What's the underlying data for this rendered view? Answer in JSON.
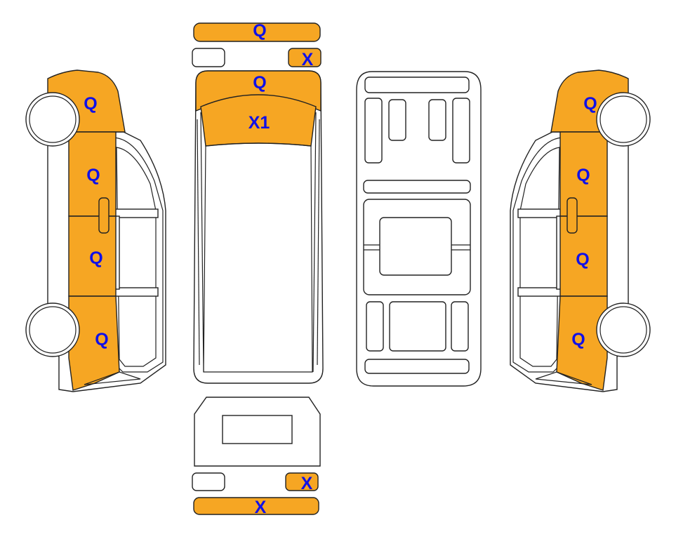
{
  "colors": {
    "damage_fill": "#F6A623",
    "label_color": "#1010E8",
    "outline": "#222222",
    "background": "#FFFFFF"
  },
  "labels": {
    "front_bumper": "Q",
    "front_right_headlight": "X",
    "hood": "Q",
    "windshield": "X1",
    "left_front_fender": "Q",
    "left_front_door": "Q",
    "left_rear_door": "Q",
    "left_rear_quarter": "Q",
    "right_front_fender": "Q",
    "right_front_door": "Q",
    "right_rear_door": "Q",
    "right_rear_quarter": "Q",
    "rear_right_taillight": "X",
    "rear_bumper": "X"
  }
}
